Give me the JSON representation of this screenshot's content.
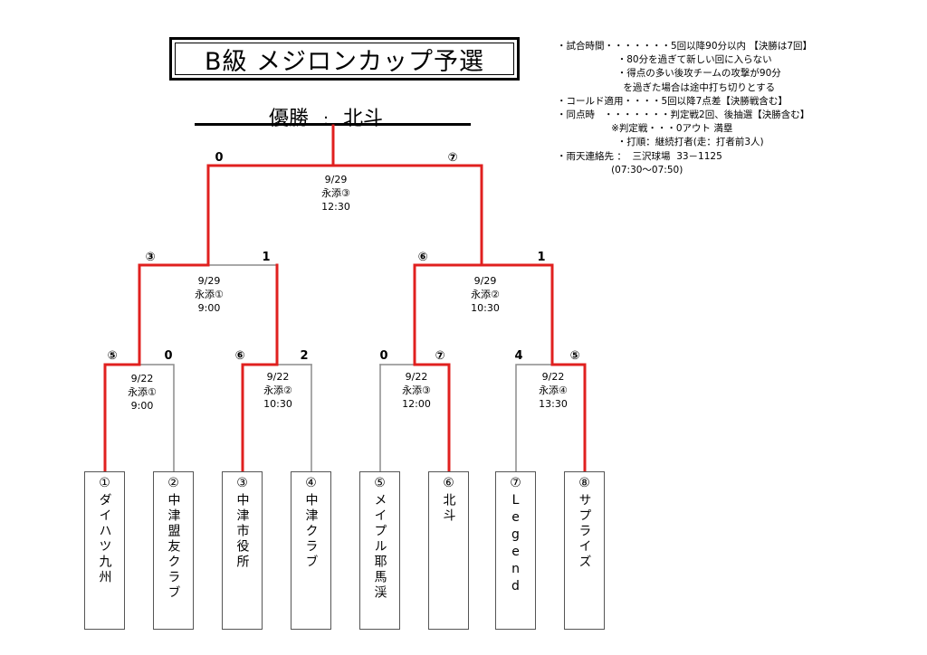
{
  "title": "B級 メジロンカップ予選",
  "winner": {
    "label": "優勝",
    "sep": ":",
    "team": "北斗"
  },
  "notes": [
    "・試合時間・・・・・・・5回以降90分以内 【決勝は7回】",
    "                    ・80分を過ぎて新しい回に入らない",
    "                    ・得点の多い後攻チームの攻撃が90分",
    "                      を過ぎた場合は途中打ち切りとする",
    "・コールド適用・・・・5回以降7点差【決勝戦含む】",
    "・同点時   ・・・・・・・判定戦2回、後抽選【決勝含む】",
    "                  ※判定戦・・・0アウト 満塁",
    "                    ・打順：継続打者(走：打者前3人)",
    "・雨天連絡先 ：  三沢球場  33－1125",
    "                  (07:30～07:50)"
  ],
  "teams": [
    "①ダイハツ九州",
    "②中津盟友クラブ",
    "③中津市役所",
    "④中津クラブ",
    "⑤メイプル耶馬渓",
    "⑥北斗",
    "⑦Legend",
    "⑧サプライズ"
  ],
  "round1": [
    {
      "date": "9/22",
      "venue": "永添①",
      "time": "9:00",
      "score_left": "⑤",
      "score_right": "0"
    },
    {
      "date": "9/22",
      "venue": "永添②",
      "time": "10:30",
      "score_left": "⑥",
      "score_right": "2"
    },
    {
      "date": "9/22",
      "venue": "永添③",
      "time": "12:00",
      "score_left": "0",
      "score_right": "⑦"
    },
    {
      "date": "9/22",
      "venue": "永添④",
      "time": "13:30",
      "score_left": "4",
      "score_right": "⑤"
    }
  ],
  "round2": [
    {
      "date": "9/29",
      "venue": "永添①",
      "time": "9:00",
      "score_left": "③",
      "score_right": "1"
    },
    {
      "date": "9/29",
      "venue": "永添②",
      "time": "10:30",
      "score_left": "⑥",
      "score_right": "1"
    }
  ],
  "final": {
    "date": "9/29",
    "venue": "永添③",
    "time": "12:30",
    "score_left": "0",
    "score_right": "⑦"
  },
  "colors": {
    "winner_line": "#e0201f",
    "loser_line": "#8c8c8c",
    "border": "#000000"
  }
}
